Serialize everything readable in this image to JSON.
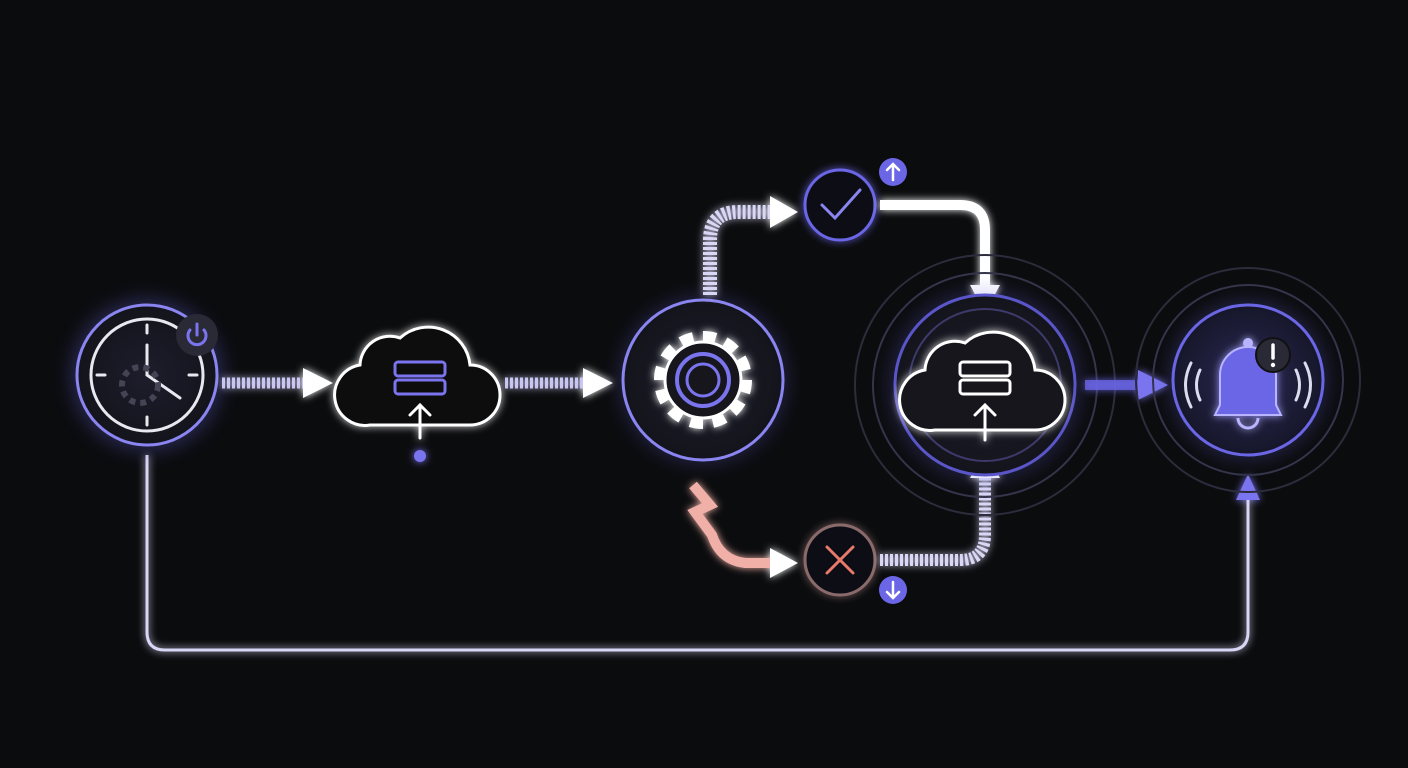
{
  "diagram": {
    "nodes": [
      {
        "id": "scheduler",
        "icon": "clock-gear-icon",
        "badge": "power-icon"
      },
      {
        "id": "upload",
        "icon": "cloud-server-upload-icon"
      },
      {
        "id": "process",
        "icon": "gear-icon"
      },
      {
        "id": "success",
        "icon": "check-icon",
        "badge": "arrow-up-icon"
      },
      {
        "id": "failure",
        "icon": "x-icon",
        "badge": "arrow-down-icon"
      },
      {
        "id": "storage",
        "icon": "cloud-server-upload-icon"
      },
      {
        "id": "alert",
        "icon": "bell-icon",
        "badge": "exclamation-icon"
      }
    ],
    "colors": {
      "background": "#0b0c0e",
      "accent": "#6b66e6",
      "line": "#ffffff",
      "error": "#e8796b"
    }
  }
}
